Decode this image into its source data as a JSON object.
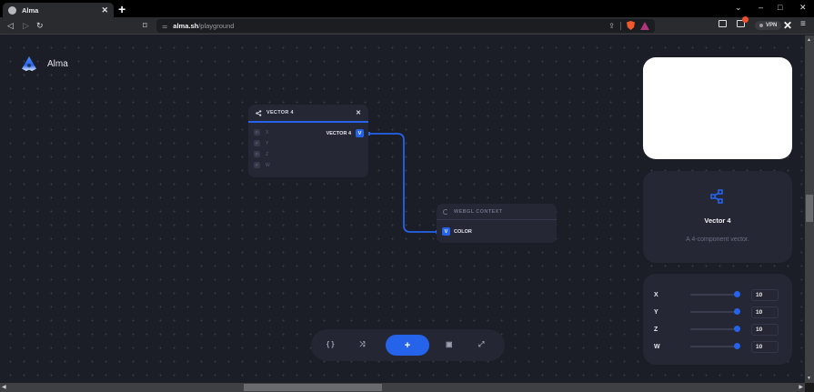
{
  "browser": {
    "tab": {
      "title": "Alma",
      "close": "✕"
    },
    "new_tab": "+",
    "window_controls": {
      "chevron": "⌄",
      "minimize": "–",
      "maximize": "□",
      "close": "✕"
    },
    "nav": {
      "back": "◁",
      "forward": "▷",
      "reload": "↻",
      "bookmark": "⌑"
    },
    "url": {
      "host": "alma.sh",
      "path": "/playground"
    },
    "vpn_label": "VPN"
  },
  "app": {
    "name": "Alma",
    "nodes": [
      {
        "id": "vector4",
        "title": "VECTOR 4",
        "close": "✕",
        "inputs": [
          {
            "badge": "F",
            "label": "X"
          },
          {
            "badge": "F",
            "label": "Y"
          },
          {
            "badge": "F",
            "label": "Z"
          },
          {
            "badge": "F",
            "label": "W"
          }
        ],
        "output": {
          "label": "VECTOR 4",
          "badge": "V"
        }
      },
      {
        "id": "webgl",
        "title": "WEBGL CONTEXT",
        "input": {
          "badge": "V",
          "label": "COLOR"
        }
      }
    ],
    "toolbar": {
      "code": "{ }",
      "shuffle": "⤨",
      "add": "+",
      "save": "▣",
      "fullscreen": "⤢"
    },
    "info_panel": {
      "title": "Vector 4",
      "description": "A 4-component vector."
    },
    "params": [
      {
        "label": "X",
        "value": "10"
      },
      {
        "label": "Y",
        "value": "10"
      },
      {
        "label": "Z",
        "value": "10"
      },
      {
        "label": "W",
        "value": "10"
      }
    ],
    "colors": {
      "accent": "#2563eb",
      "background": "#1b1d27",
      "panel": "#252735"
    }
  }
}
